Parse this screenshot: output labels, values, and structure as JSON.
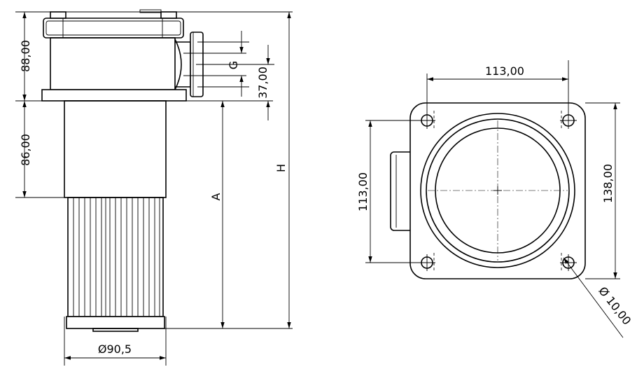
{
  "dimensions": {
    "top_height": "88,00",
    "mid_height": "86,00",
    "total_height": "H",
    "length_a": "A",
    "port_g": "G",
    "port_offset": "37,00",
    "diameter_body": "Ø90,5",
    "hole_spacing_h": "113,00",
    "hole_spacing_v": "113,00",
    "flange_width": "138,00",
    "hole_diameter": "Ø 10,00"
  }
}
